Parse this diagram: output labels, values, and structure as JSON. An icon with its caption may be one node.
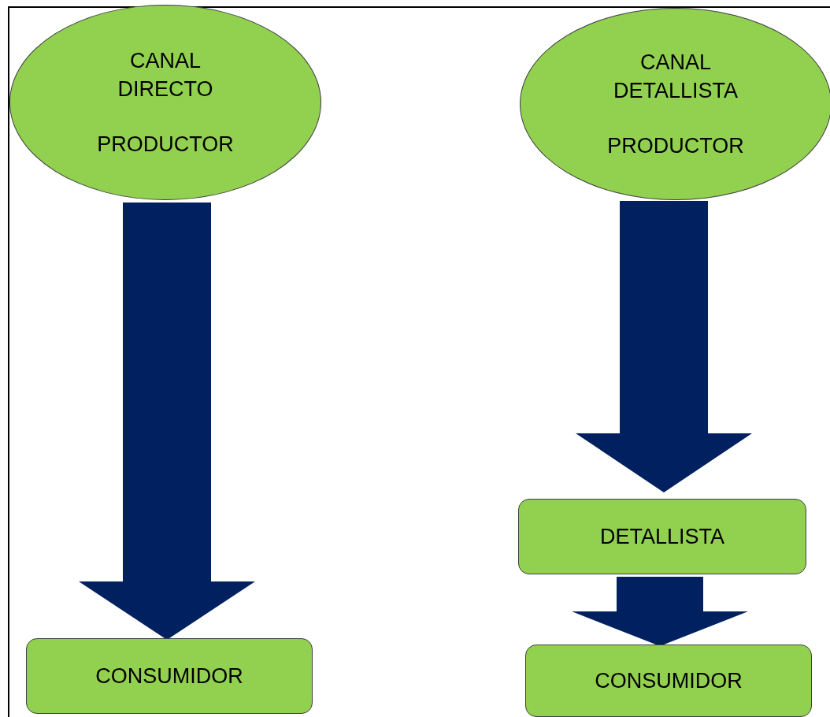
{
  "diagram": {
    "nodes": [
      {
        "text": [
          "CANAL DIRECTO",
          "PRODUCTOR"
        ]
      },
      {
        "text": [
          "CANAL DETALLISTA",
          "PRODUCTOR"
        ]
      },
      {
        "text": [
          "DETALLISTA"
        ]
      },
      {
        "text": [
          "CONSUMIDOR"
        ]
      },
      {
        "text": [
          "CONSUMIDOR"
        ]
      }
    ],
    "edges": [
      {
        "from": 0,
        "to": 3,
        "arrow": "to",
        "style": "thick"
      },
      {
        "from": 1,
        "to": 2,
        "arrow": "to",
        "style": "thick"
      },
      {
        "from": 2,
        "to": 4,
        "arrow": "to",
        "style": "thick"
      }
    ]
  }
}
